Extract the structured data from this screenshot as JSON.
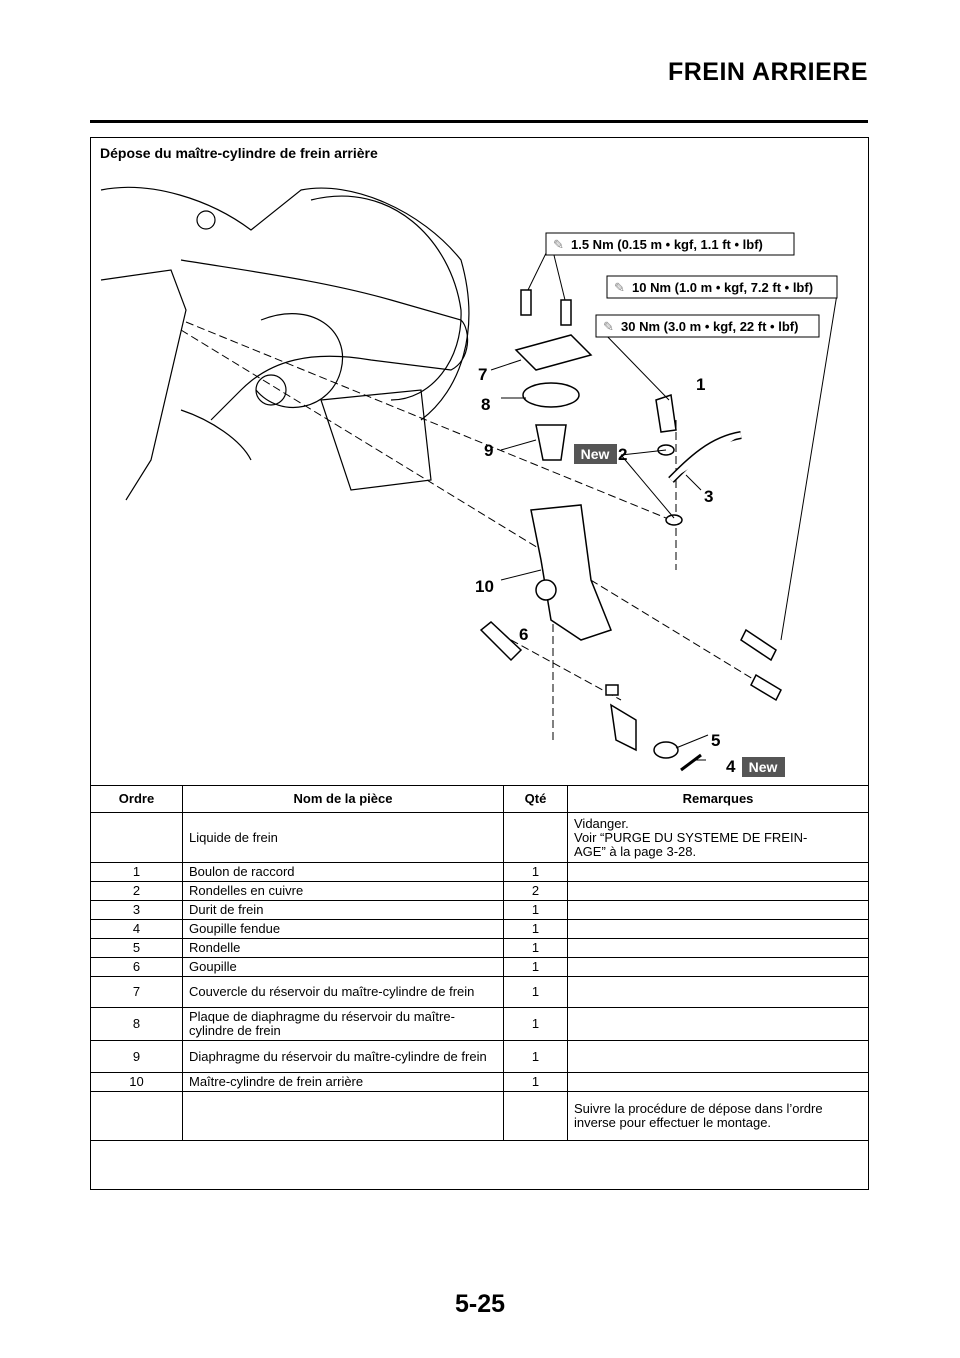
{
  "header": {
    "title": "FREIN ARRIERE"
  },
  "figure": {
    "title": "Dépose du maître-cylindre de frein arrière",
    "torques": [
      "1.5 Nm (0.15 m • kgf, 1.1 ft • lbf)",
      "10 Nm (1.0 m • kgf, 7.2 ft • lbf)",
      "30 Nm (3.0 m • kgf, 22 ft • lbf)"
    ],
    "callouts": [
      "1",
      "2",
      "3",
      "4",
      "5",
      "6",
      "7",
      "8",
      "9",
      "10"
    ],
    "new_badge": "New",
    "icons": [
      "torque-wrench-icon"
    ]
  },
  "table": {
    "headers": [
      "Ordre",
      "Nom de la pièce",
      "Qté",
      "Remarques"
    ],
    "rows": [
      {
        "order": "",
        "name": "Liquide de frein",
        "qty": "",
        "remarks": "Vidanger.\nVoir “PURGE DU SYSTEME DE FREIN-\nAGE” à la page 3-28."
      },
      {
        "order": "1",
        "name": "Boulon de raccord",
        "qty": "1",
        "remarks": ""
      },
      {
        "order": "2",
        "name": "Rondelles en cuivre",
        "qty": "2",
        "remarks": ""
      },
      {
        "order": "3",
        "name": "Durit de frein",
        "qty": "1",
        "remarks": ""
      },
      {
        "order": "4",
        "name": "Goupille fendue",
        "qty": "1",
        "remarks": ""
      },
      {
        "order": "5",
        "name": "Rondelle",
        "qty": "1",
        "remarks": ""
      },
      {
        "order": "6",
        "name": "Goupille",
        "qty": "1",
        "remarks": ""
      },
      {
        "order": "7",
        "name": "Couvercle du réservoir du maître-cylindre de frein",
        "qty": "1",
        "remarks": ""
      },
      {
        "order": "8",
        "name": "Plaque de diaphragme du réservoir du maître-cylindre de frein",
        "qty": "1",
        "remarks": ""
      },
      {
        "order": "9",
        "name": "Diaphragme du réservoir du maître-cylindre de frein",
        "qty": "1",
        "remarks": ""
      },
      {
        "order": "10",
        "name": "Maître-cylindre de frein arrière",
        "qty": "1",
        "remarks": ""
      },
      {
        "order": "",
        "name": "",
        "qty": "",
        "remarks": "Suivre la procédure de dépose dans l’ordre inverse pour effectuer le montage."
      }
    ]
  },
  "footer": {
    "page_number": "5-25"
  }
}
